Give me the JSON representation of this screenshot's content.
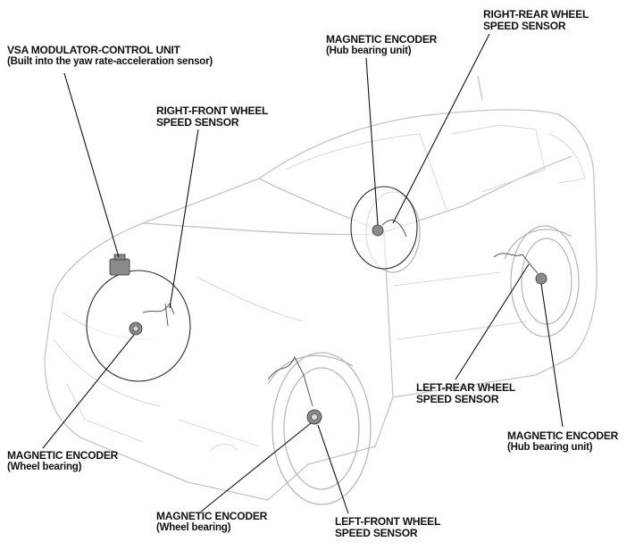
{
  "labels": {
    "vsa": {
      "line1": "VSA MODULATOR-CONTROL UNIT",
      "line2": "(Built into the yaw rate-acceleration sensor)"
    },
    "rf_sensor": {
      "line1": "RIGHT-FRONT WHEEL",
      "line2": "SPEED SENSOR"
    },
    "rear_encoder_top": {
      "line1": "MAGNETIC ENCODER",
      "line2": "(Hub bearing unit)"
    },
    "rr_sensor": {
      "line1": "RIGHT-REAR WHEEL",
      "line2": "SPEED SENSOR"
    },
    "lr_sensor": {
      "line1": "LEFT-REAR WHEEL",
      "line2": "SPEED SENSOR"
    },
    "lr_encoder": {
      "line1": "MAGNETIC ENCODER",
      "line2": "(Hub bearing unit)"
    },
    "rf_encoder": {
      "line1": "MAGNETIC ENCODER",
      "line2": "(Wheel bearing)"
    },
    "lf_encoder": {
      "line1": "MAGNETIC ENCODER",
      "line2": "(Wheel bearing)"
    },
    "lf_sensor": {
      "line1": "LEFT-FRONT WHEEL",
      "line2": "SPEED SENSOR"
    }
  },
  "colors": {
    "car_outline": "#c4c4c4",
    "leader": "#111111",
    "callout": "#2a2a2a"
  }
}
